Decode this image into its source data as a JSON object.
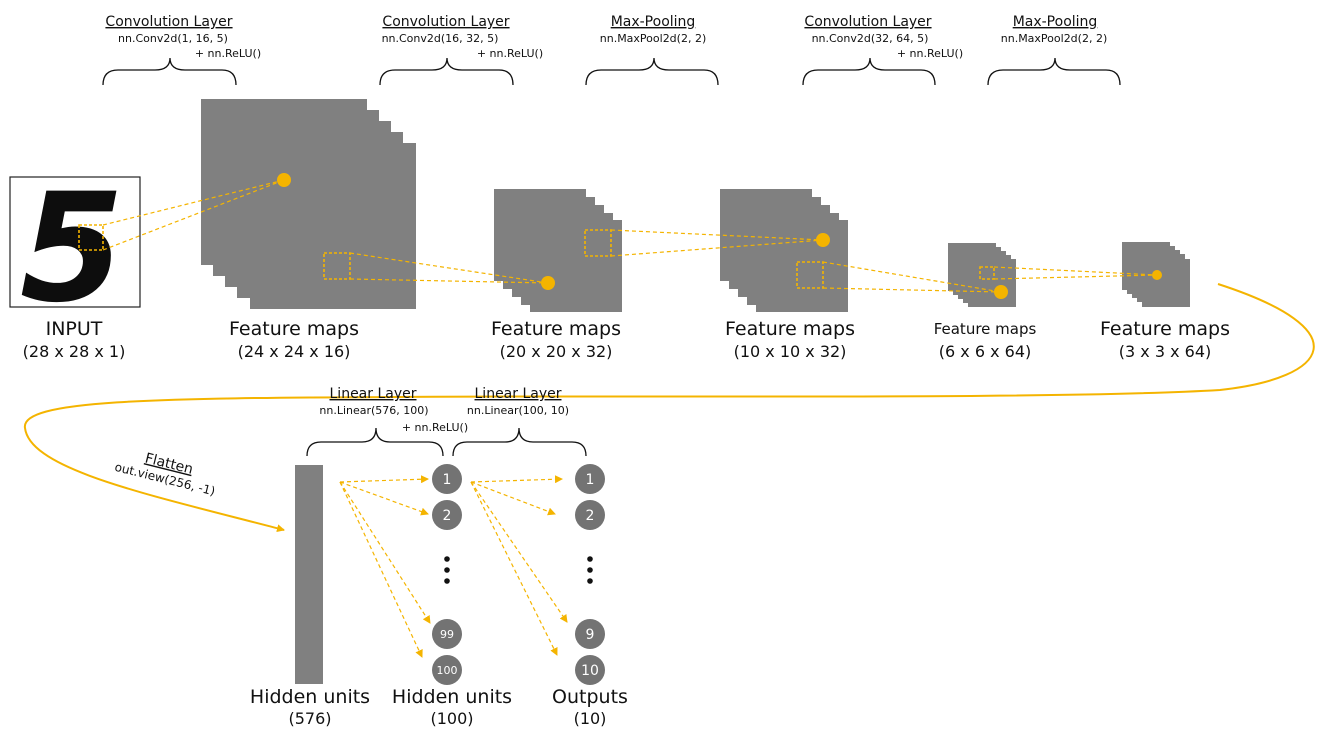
{
  "colors": {
    "map": "#808080",
    "accent": "#f4b400",
    "node": "#737373",
    "text": "#111111"
  },
  "layers": {
    "conv1": {
      "title": "Convolution Layer",
      "code": "nn.Conv2d(1, 16, 5)",
      "activation": "+ nn.ReLU()"
    },
    "conv2": {
      "title": "Convolution Layer",
      "code": "nn.Conv2d(16, 32, 5)",
      "activation": "+ nn.ReLU()"
    },
    "pool1": {
      "title": "Max-Pooling",
      "code": "nn.MaxPool2d(2, 2)"
    },
    "conv3": {
      "title": "Convolution Layer",
      "code": "nn.Conv2d(32, 64, 5)",
      "activation": "+ nn.ReLU()"
    },
    "pool2": {
      "title": "Max-Pooling",
      "code": "nn.MaxPool2d(2, 2)"
    },
    "linear1": {
      "title": "Linear Layer",
      "code": "nn.Linear(576, 100)",
      "activation": "+ nn.ReLU()"
    },
    "linear2": {
      "title": "Linear Layer",
      "code": "nn.Linear(100, 10)"
    }
  },
  "maps": {
    "input": {
      "label": "INPUT",
      "dims": "(28 x 28 x 1)",
      "digit": "5"
    },
    "fm1": {
      "label": "Feature maps",
      "dims": "(24 x 24 x 16)"
    },
    "fm2": {
      "label": "Feature maps",
      "dims": "(20 x 20 x 32)"
    },
    "fm3": {
      "label": "Feature maps",
      "dims": "(10 x 10 x 32)"
    },
    "fm4": {
      "label": "Feature maps",
      "dims": "(6 x 6 x 64)"
    },
    "fm5": {
      "label": "Feature maps",
      "dims": "(3 x 3 x 64)"
    }
  },
  "flatten": {
    "title": "Flatten",
    "code": "out.view(256, -1)"
  },
  "dense": {
    "hidden1": {
      "label": "Hidden units",
      "dims": "(576)"
    },
    "hidden2": {
      "label": "Hidden units",
      "dims": "(100)",
      "nodes": [
        "1",
        "2",
        "99",
        "100"
      ]
    },
    "outputs": {
      "label": "Outputs",
      "dims": "(10)",
      "nodes": [
        "1",
        "2",
        "9",
        "10"
      ]
    }
  }
}
